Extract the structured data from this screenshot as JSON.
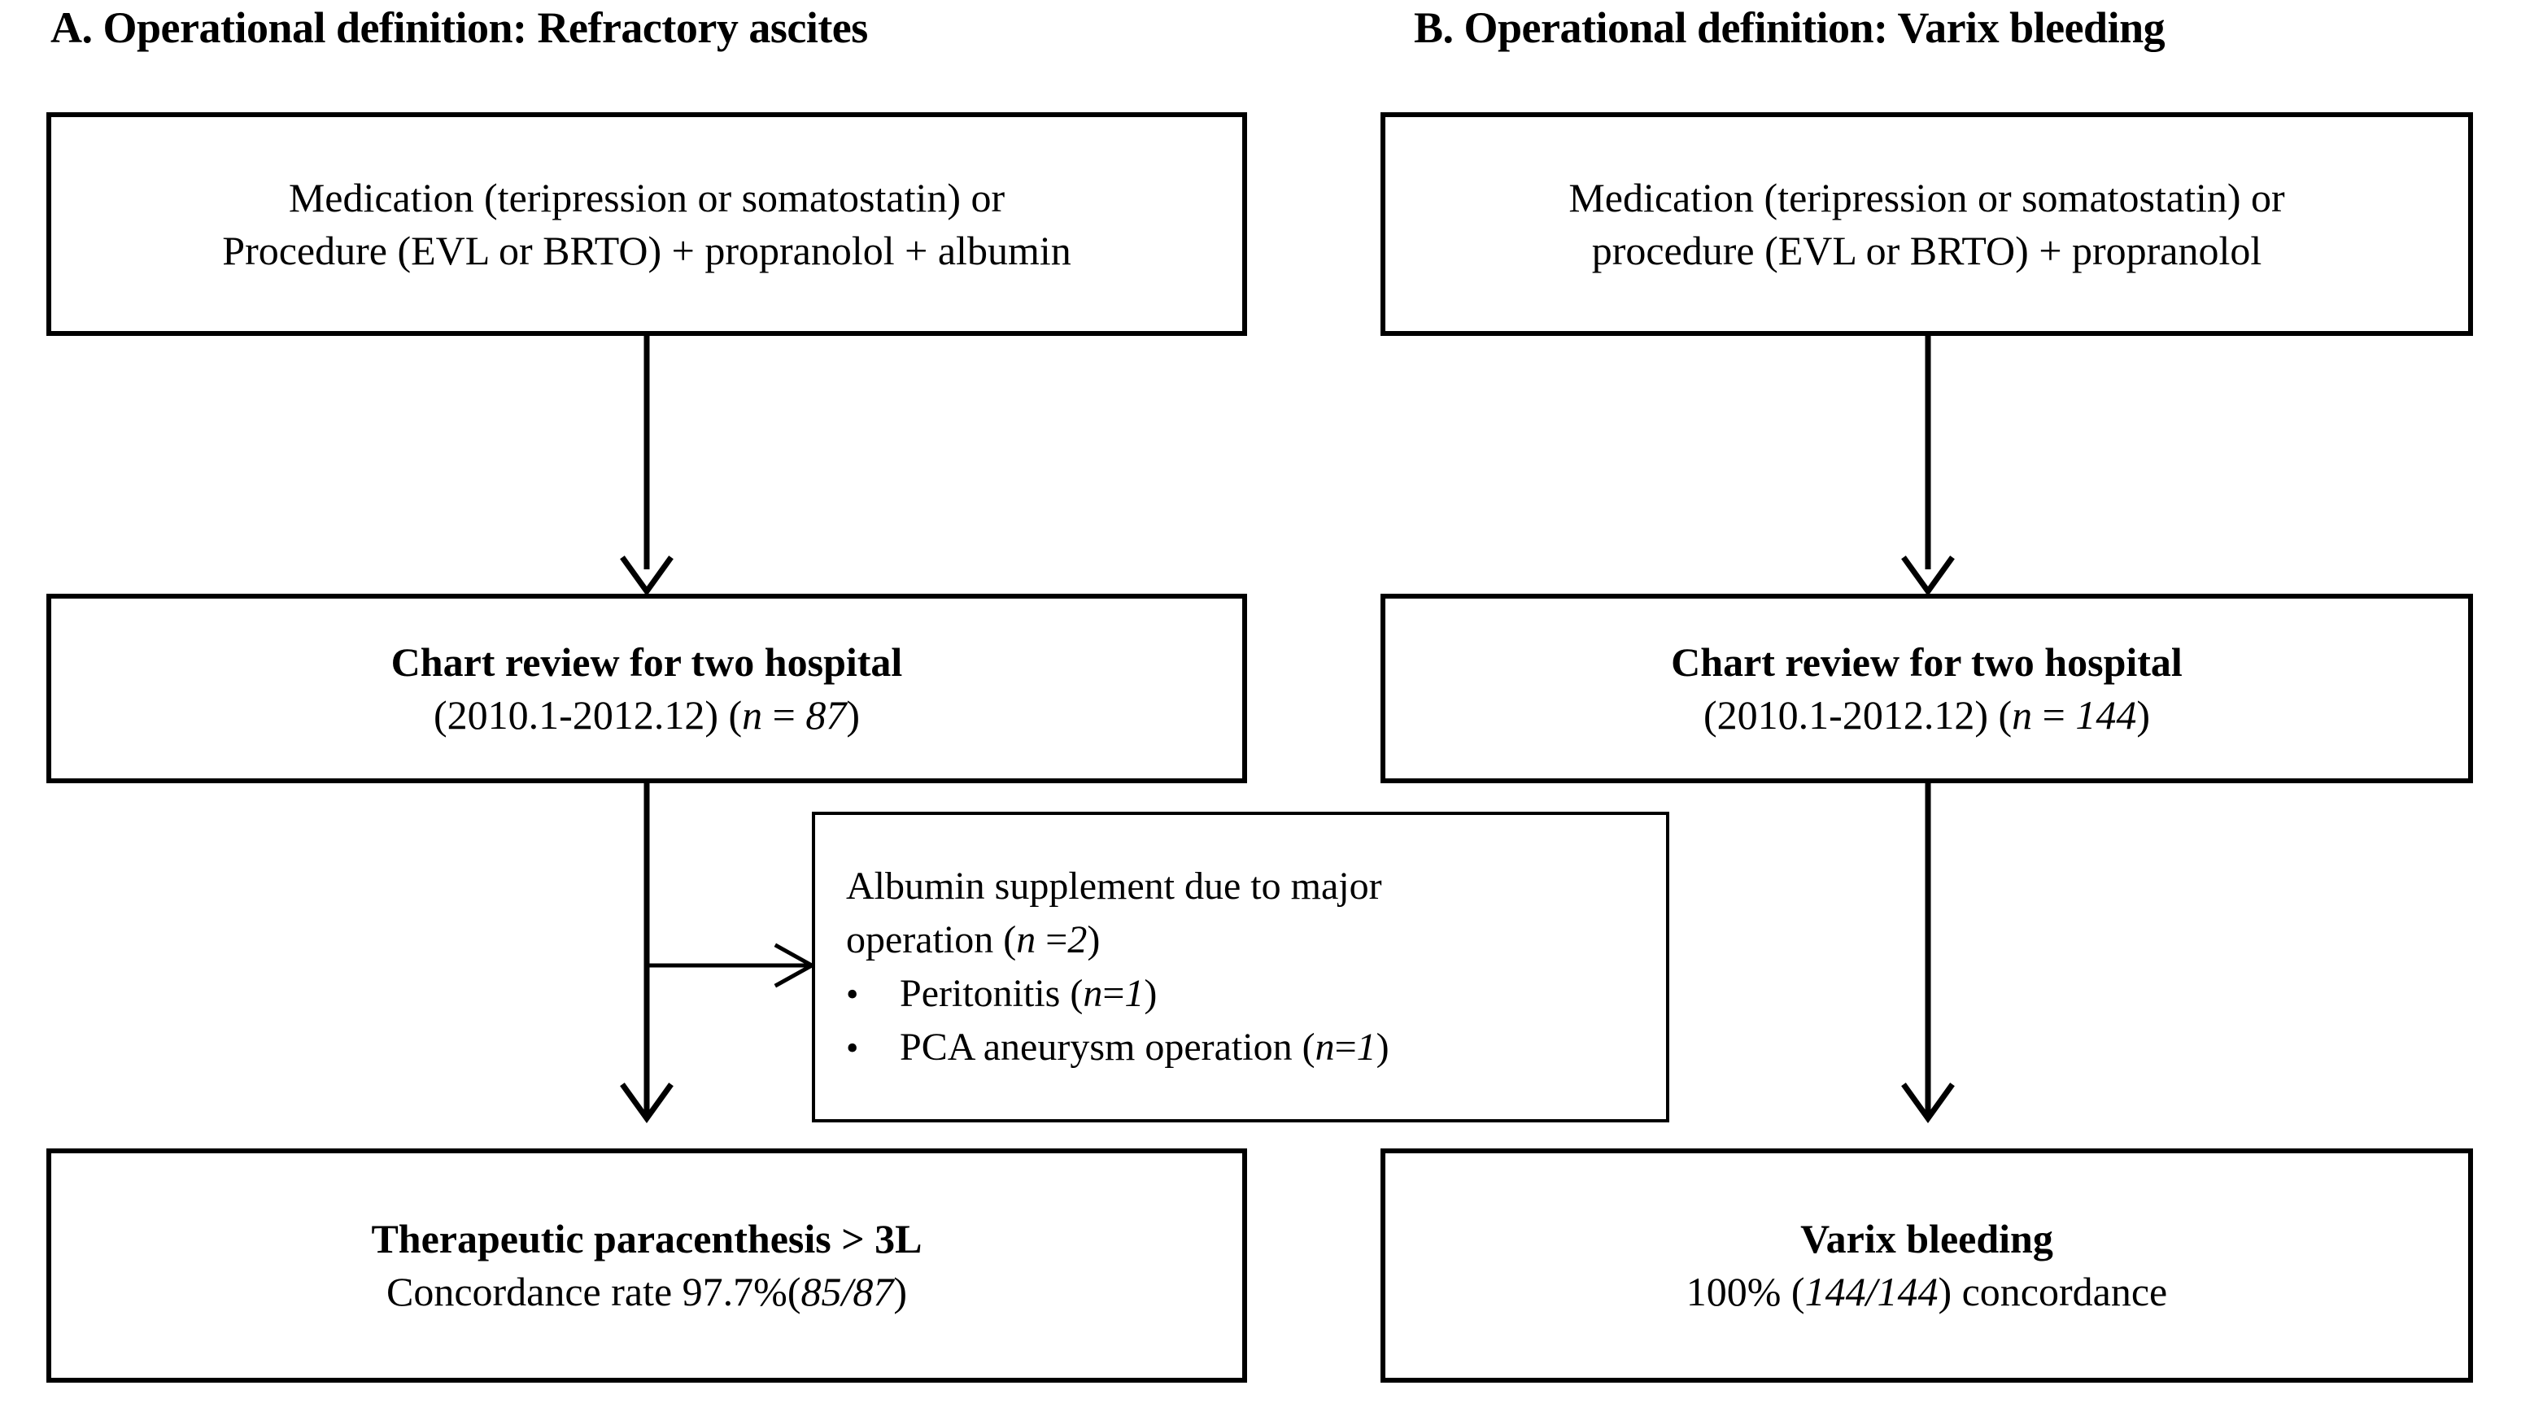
{
  "figure": {
    "panels": [
      {
        "id": "A",
        "title": "A. Operational definition: Refractory ascites",
        "boxes": [
          {
            "name": "definition",
            "lines": [
              "Medication (teripression  or somatostatin)  or",
              "Procedure (EVL or BRTO) + propranolol + albumin"
            ]
          },
          {
            "name": "chart-review",
            "line1": "Chart review for two hospital",
            "line2_prefix": "(2010.1-2012.12) (",
            "line2_italic_var": "n",
            "line2_mid": " = ",
            "line2_italic_value": "87",
            "line2_suffix": ")"
          },
          {
            "name": "outcome",
            "line1": "Therapeutic paracenthesis > 3L",
            "line2_prefix": "Concordance rate 97.7%(",
            "line2_italic_value": "85/87",
            "line2_suffix": ")"
          }
        ]
      },
      {
        "id": "B",
        "title": "B. Operational definition: Varix bleeding",
        "boxes": [
          {
            "name": "definition",
            "lines": [
              "Medication (teripression  or somatostatin)  or",
              "procedure (EVL or BRTO) + propranolol"
            ]
          },
          {
            "name": "chart-review",
            "line1": "Chart review for two hospital",
            "line2_prefix": "(2010.1-2012.12) (",
            "line2_italic_var": "n",
            "line2_mid": " = ",
            "line2_italic_value": "144",
            "line2_suffix": ")"
          },
          {
            "name": "outcome",
            "line1": "Varix bleeding",
            "line2_prefix": "100% (",
            "line2_italic_value": "144/144",
            "line2_suffix": ") concordance"
          }
        ]
      }
    ],
    "exclusion_box": {
      "name": "albumin-supplement",
      "heading_line1": "Albumin supplement due to major",
      "heading_line2_prefix": "operation (",
      "heading_line2_italic_var": "n",
      "heading_line2_mid": " =",
      "heading_line2_italic_value": "2",
      "heading_line2_suffix": ")",
      "bullets": [
        {
          "marker": "•",
          "text_prefix": "Peritonitis (",
          "italic_var": "n",
          "mid": " = ",
          "italic_value": "1",
          "suffix": ")"
        },
        {
          "marker": "•",
          "text_prefix": "PCA aneurysm operation (",
          "italic_var": "n",
          "mid": " = ",
          "italic_value": "1",
          "suffix": ")"
        }
      ]
    },
    "colors": {
      "stroke": "#000000",
      "background": "#ffffff",
      "text": "#000000"
    }
  }
}
